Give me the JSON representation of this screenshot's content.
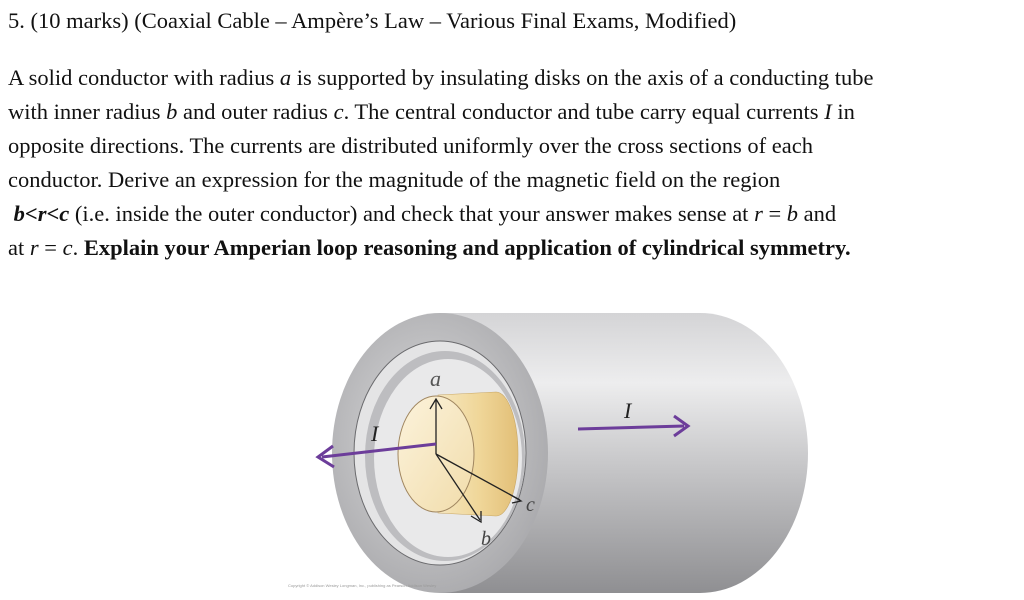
{
  "question": {
    "title": "5. (10 marks) (Coaxial Cable – Ampère’s Law – Various Final Exams, Modified)",
    "lines": [
      [
        "A solid conductor with radius ",
        "a",
        " is supported by insulating disks on the axis of a conducting tube"
      ],
      [
        "with inner radius ",
        "b",
        " and outer radius ",
        "c",
        ".  The central conductor and tube carry equal currents ",
        "I",
        " in"
      ],
      [
        "opposite directions.  The currents are distributed uniformly over the cross sections of each"
      ],
      [
        "conductor.  Derive an expression for the magnitude of the magnetic field on the region"
      ],
      [
        "b",
        "<",
        "r",
        "<",
        "c",
        " (i.e. inside the outer conductor) and check that your answer makes sense at ",
        "r",
        " = ",
        "b",
        " and"
      ],
      [
        "at ",
        "r",
        " = ",
        "c",
        ".  ",
        "Explain your Amperian loop reasoning and application of cylindrical symmetry."
      ]
    ]
  },
  "figure": {
    "label_a": "a",
    "label_b": "b",
    "label_c": "c",
    "label_I_left": "I",
    "label_I_right": "I",
    "copyright": "Copyright © Addison Wesley Longman, Inc., publishing as Pearson Addison Wesley"
  }
}
